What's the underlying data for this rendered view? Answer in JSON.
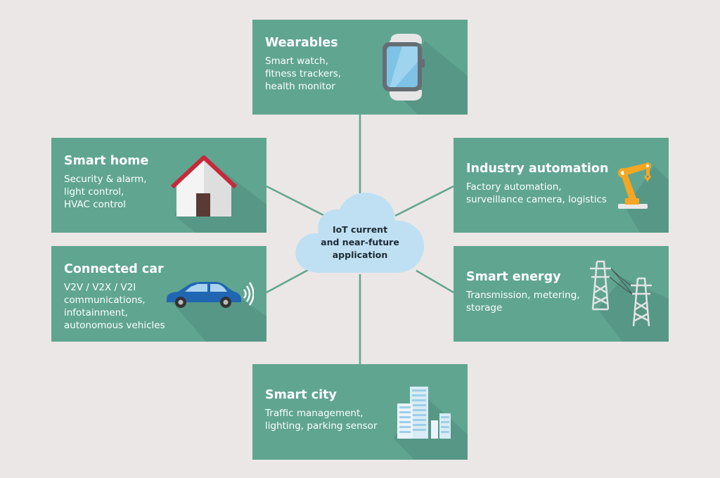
{
  "center": {
    "label": "IoT current\nand near-future\napplication"
  },
  "colors": {
    "background": "#ebe7e6",
    "card": "#5fa590",
    "connector": "#5fa590",
    "cloud": "#bfe0f3"
  },
  "cards": {
    "wearables": {
      "title": "Wearables",
      "desc": "Smart watch,\nfitness trackers,\nhealth monitor",
      "icon": "smartwatch-icon"
    },
    "smart_home": {
      "title": "Smart home",
      "desc": "Security & alarm,\nlight control,\nHVAC control",
      "icon": "house-icon"
    },
    "connected_car": {
      "title": "Connected car",
      "desc": "V2V / V2X / V2I\ncommunications,\ninfotainment,\nautonomous vehicles",
      "icon": "car-icon"
    },
    "industry": {
      "title": "Industry automation",
      "desc": "Factory automation,\nsurveillance camera, logistics",
      "icon": "robot-arm-icon"
    },
    "energy": {
      "title": "Smart energy",
      "desc": "Transmission, metering,\nstorage",
      "icon": "power-tower-icon"
    },
    "city": {
      "title": "Smart city",
      "desc": "Traffic management,\nlighting, parking sensor",
      "icon": "city-buildings-icon"
    }
  }
}
